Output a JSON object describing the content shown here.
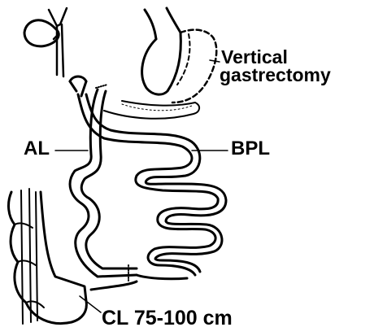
{
  "labels": {
    "vertical": "Vertical",
    "gastrectomy": "gastrectomy",
    "al": "AL",
    "bpl": "BPL",
    "cl": "CL 75-100 cm"
  },
  "colors": {
    "ink": "#000000",
    "background": "#ffffff"
  }
}
